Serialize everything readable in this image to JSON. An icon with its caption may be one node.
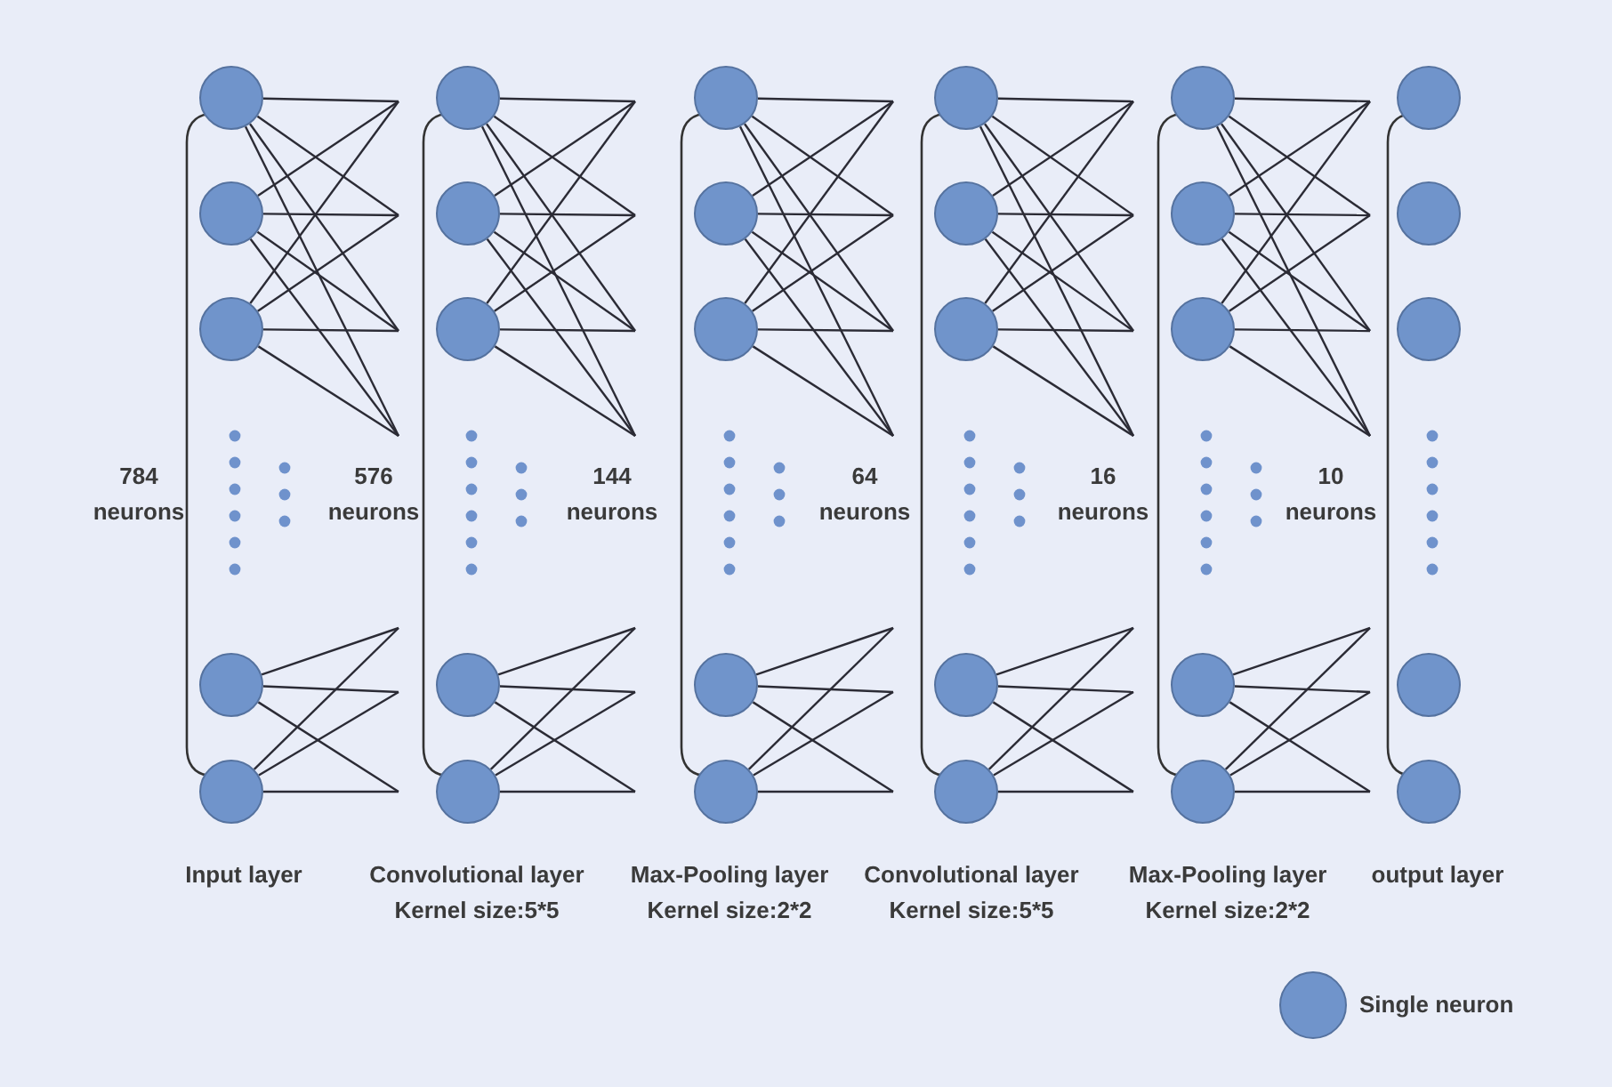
{
  "diagram": {
    "nodes": [
      {
        "text": [],
        "shape": "circle"
      },
      {
        "text": [],
        "shape": "circle"
      },
      {
        "text": [],
        "shape": "circle"
      },
      {
        "text": [],
        "shape": "circle"
      },
      {
        "text": [],
        "shape": "circle"
      },
      {
        "text": [],
        "shape": "circle"
      },
      {
        "text": [],
        "shape": "circle"
      },
      {
        "text": [],
        "shape": "circle"
      },
      {
        "text": [],
        "shape": "circle"
      },
      {
        "text": [],
        "shape": "circle"
      },
      {
        "text": [],
        "shape": "circle"
      },
      {
        "text": [],
        "shape": "circle"
      },
      {
        "text": [],
        "shape": "circle"
      },
      {
        "text": [],
        "shape": "circle"
      },
      {
        "text": [],
        "shape": "circle"
      },
      {
        "text": [],
        "shape": "circle"
      },
      {
        "text": [],
        "shape": "circle"
      },
      {
        "text": [],
        "shape": "circle"
      },
      {
        "text": [],
        "shape": "circle"
      },
      {
        "text": [],
        "shape": "circle"
      },
      {
        "text": [],
        "shape": "circle"
      },
      {
        "text": [],
        "shape": "circle"
      },
      {
        "text": [],
        "shape": "circle"
      },
      {
        "text": [],
        "shape": "circle"
      },
      {
        "text": [],
        "shape": "circle"
      },
      {
        "text": [],
        "shape": "circle"
      },
      {
        "text": [],
        "shape": "circle"
      },
      {
        "text": [],
        "shape": "circle"
      },
      {
        "text": [],
        "shape": "circle"
      },
      {
        "text": [],
        "shape": "circle"
      }
    ],
    "edges": [
      {
        "from": 0,
        "to": null,
        "arrow": "none"
      },
      {
        "from": 0,
        "to": null,
        "arrow": "none"
      },
      {
        "from": 0,
        "to": null,
        "arrow": "none"
      },
      {
        "from": 0,
        "to": null,
        "arrow": "none"
      },
      {
        "from": 1,
        "to": null,
        "arrow": "none"
      },
      {
        "from": 1,
        "to": null,
        "arrow": "none"
      },
      {
        "from": 1,
        "to": null,
        "arrow": "none"
      },
      {
        "from": 1,
        "to": null,
        "arrow": "none"
      },
      {
        "from": 2,
        "to": null,
        "arrow": "none"
      },
      {
        "from": 2,
        "to": null,
        "arrow": "none"
      },
      {
        "from": 2,
        "to": null,
        "arrow": "none"
      },
      {
        "from": 2,
        "to": null,
        "arrow": "none"
      },
      {
        "from": 3,
        "to": null,
        "arrow": "none"
      },
      {
        "from": 3,
        "to": null,
        "arrow": "none"
      },
      {
        "from": 3,
        "to": null,
        "arrow": "none"
      },
      {
        "from": 4,
        "to": null,
        "arrow": "none"
      },
      {
        "from": 4,
        "to": null,
        "arrow": "none"
      },
      {
        "from": 4,
        "to": null,
        "arrow": "none"
      },
      {
        "from": 5,
        "to": null,
        "arrow": "none"
      },
      {
        "from": 5,
        "to": null,
        "arrow": "none"
      },
      {
        "from": 5,
        "to": null,
        "arrow": "none"
      },
      {
        "from": 5,
        "to": null,
        "arrow": "none"
      },
      {
        "from": 6,
        "to": null,
        "arrow": "none"
      },
      {
        "from": 6,
        "to": null,
        "arrow": "none"
      },
      {
        "from": 6,
        "to": null,
        "arrow": "none"
      },
      {
        "from": 6,
        "to": null,
        "arrow": "none"
      },
      {
        "from": 7,
        "to": null,
        "arrow": "none"
      },
      {
        "from": 7,
        "to": null,
        "arrow": "none"
      },
      {
        "from": 7,
        "to": null,
        "arrow": "none"
      },
      {
        "from": 7,
        "to": null,
        "arrow": "none"
      },
      {
        "from": 8,
        "to": null,
        "arrow": "none"
      },
      {
        "from": 8,
        "to": null,
        "arrow": "none"
      },
      {
        "from": 8,
        "to": null,
        "arrow": "none"
      },
      {
        "from": 9,
        "to": null,
        "arrow": "none"
      },
      {
        "from": 9,
        "to": null,
        "arrow": "none"
      },
      {
        "from": 9,
        "to": null,
        "arrow": "none"
      },
      {
        "from": 10,
        "to": null,
        "arrow": "none"
      },
      {
        "from": 10,
        "to": null,
        "arrow": "none"
      },
      {
        "from": 10,
        "to": null,
        "arrow": "none"
      },
      {
        "from": 10,
        "to": null,
        "arrow": "none"
      },
      {
        "from": 11,
        "to": null,
        "arrow": "none"
      },
      {
        "from": 11,
        "to": null,
        "arrow": "none"
      },
      {
        "from": 11,
        "to": null,
        "arrow": "none"
      },
      {
        "from": 11,
        "to": null,
        "arrow": "none"
      },
      {
        "from": 12,
        "to": null,
        "arrow": "none"
      },
      {
        "from": 12,
        "to": null,
        "arrow": "none"
      },
      {
        "from": 12,
        "to": null,
        "arrow": "none"
      },
      {
        "from": 12,
        "to": null,
        "arrow": "none"
      },
      {
        "from": 13,
        "to": null,
        "arrow": "none"
      },
      {
        "from": 13,
        "to": null,
        "arrow": "none"
      },
      {
        "from": 13,
        "to": null,
        "arrow": "none"
      },
      {
        "from": 14,
        "to": null,
        "arrow": "none"
      },
      {
        "from": 14,
        "to": null,
        "arrow": "none"
      },
      {
        "from": 14,
        "to": null,
        "arrow": "none"
      },
      {
        "from": 15,
        "to": null,
        "arrow": "none"
      },
      {
        "from": 15,
        "to": null,
        "arrow": "none"
      },
      {
        "from": 15,
        "to": null,
        "arrow": "none"
      },
      {
        "from": 15,
        "to": null,
        "arrow": "none"
      },
      {
        "from": 16,
        "to": null,
        "arrow": "none"
      },
      {
        "from": 16,
        "to": null,
        "arrow": "none"
      },
      {
        "from": 16,
        "to": null,
        "arrow": "none"
      },
      {
        "from": 16,
        "to": null,
        "arrow": "none"
      },
      {
        "from": 17,
        "to": null,
        "arrow": "none"
      },
      {
        "from": 17,
        "to": null,
        "arrow": "none"
      },
      {
        "from": 17,
        "to": null,
        "arrow": "none"
      },
      {
        "from": 17,
        "to": null,
        "arrow": "none"
      },
      {
        "from": 18,
        "to": null,
        "arrow": "none"
      },
      {
        "from": 18,
        "to": null,
        "arrow": "none"
      },
      {
        "from": 18,
        "to": null,
        "arrow": "none"
      },
      {
        "from": 19,
        "to": null,
        "arrow": "none"
      },
      {
        "from": 19,
        "to": null,
        "arrow": "none"
      },
      {
        "from": 19,
        "to": null,
        "arrow": "none"
      },
      {
        "from": 20,
        "to": null,
        "arrow": "none"
      },
      {
        "from": 20,
        "to": null,
        "arrow": "none"
      },
      {
        "from": 20,
        "to": null,
        "arrow": "none"
      },
      {
        "from": 20,
        "to": null,
        "arrow": "none"
      },
      {
        "from": 21,
        "to": null,
        "arrow": "none"
      },
      {
        "from": 21,
        "to": null,
        "arrow": "none"
      },
      {
        "from": 21,
        "to": null,
        "arrow": "none"
      },
      {
        "from": 21,
        "to": null,
        "arrow": "none"
      },
      {
        "from": 22,
        "to": null,
        "arrow": "none"
      },
      {
        "from": 22,
        "to": null,
        "arrow": "none"
      },
      {
        "from": 22,
        "to": null,
        "arrow": "none"
      },
      {
        "from": 22,
        "to": null,
        "arrow": "none"
      },
      {
        "from": 23,
        "to": null,
        "arrow": "none"
      },
      {
        "from": 23,
        "to": null,
        "arrow": "none"
      },
      {
        "from": 23,
        "to": null,
        "arrow": "none"
      },
      {
        "from": 24,
        "to": null,
        "arrow": "none"
      },
      {
        "from": 24,
        "to": null,
        "arrow": "none"
      },
      {
        "from": 24,
        "to": null,
        "arrow": "none"
      }
    ],
    "labels": [
      "784 neurons",
      "576 neurons",
      "144 neurons",
      "64 neurons",
      "16 neurons",
      "10 neurons",
      "Input layer",
      "Convolutional layer",
      "Kernel size:5*5",
      "Max-Pooling layer",
      "Kernel size:2*2",
      "Convolutional layer",
      "Kernel size:5*5",
      "Max-Pooling layer",
      "Kernel size:2*2",
      "output layer"
    ],
    "legend": [
      {
        "text": "Single neuron"
      }
    ]
  }
}
